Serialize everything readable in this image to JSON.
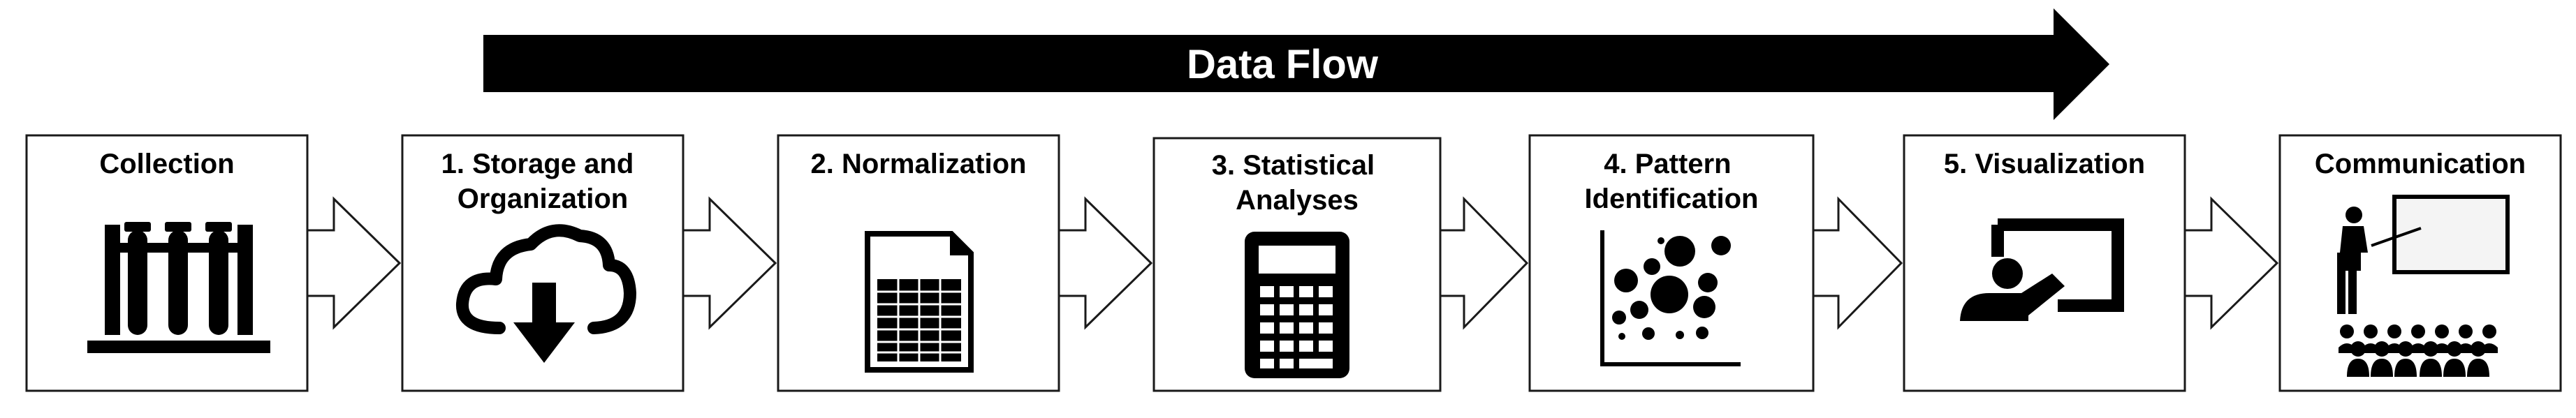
{
  "flow": {
    "label": "Data Flow"
  },
  "steps": [
    {
      "label_lines": [
        "Collection"
      ],
      "icon": "test-tubes-icon"
    },
    {
      "label_lines": [
        "1.  Storage and",
        "Organization"
      ],
      "icon": "cloud-download-icon"
    },
    {
      "label_lines": [
        "2. Normalization"
      ],
      "icon": "spreadsheet-icon"
    },
    {
      "label_lines": [
        "3. Statistical",
        "Analyses"
      ],
      "icon": "calculator-icon"
    },
    {
      "label_lines": [
        "4. Pattern",
        "Identification"
      ],
      "icon": "bubble-chart-icon"
    },
    {
      "label_lines": [
        "5. Visualization"
      ],
      "icon": "presentation-board-icon"
    },
    {
      "label_lines": [
        "Communication"
      ],
      "icon": "presenter-audience-icon"
    }
  ]
}
